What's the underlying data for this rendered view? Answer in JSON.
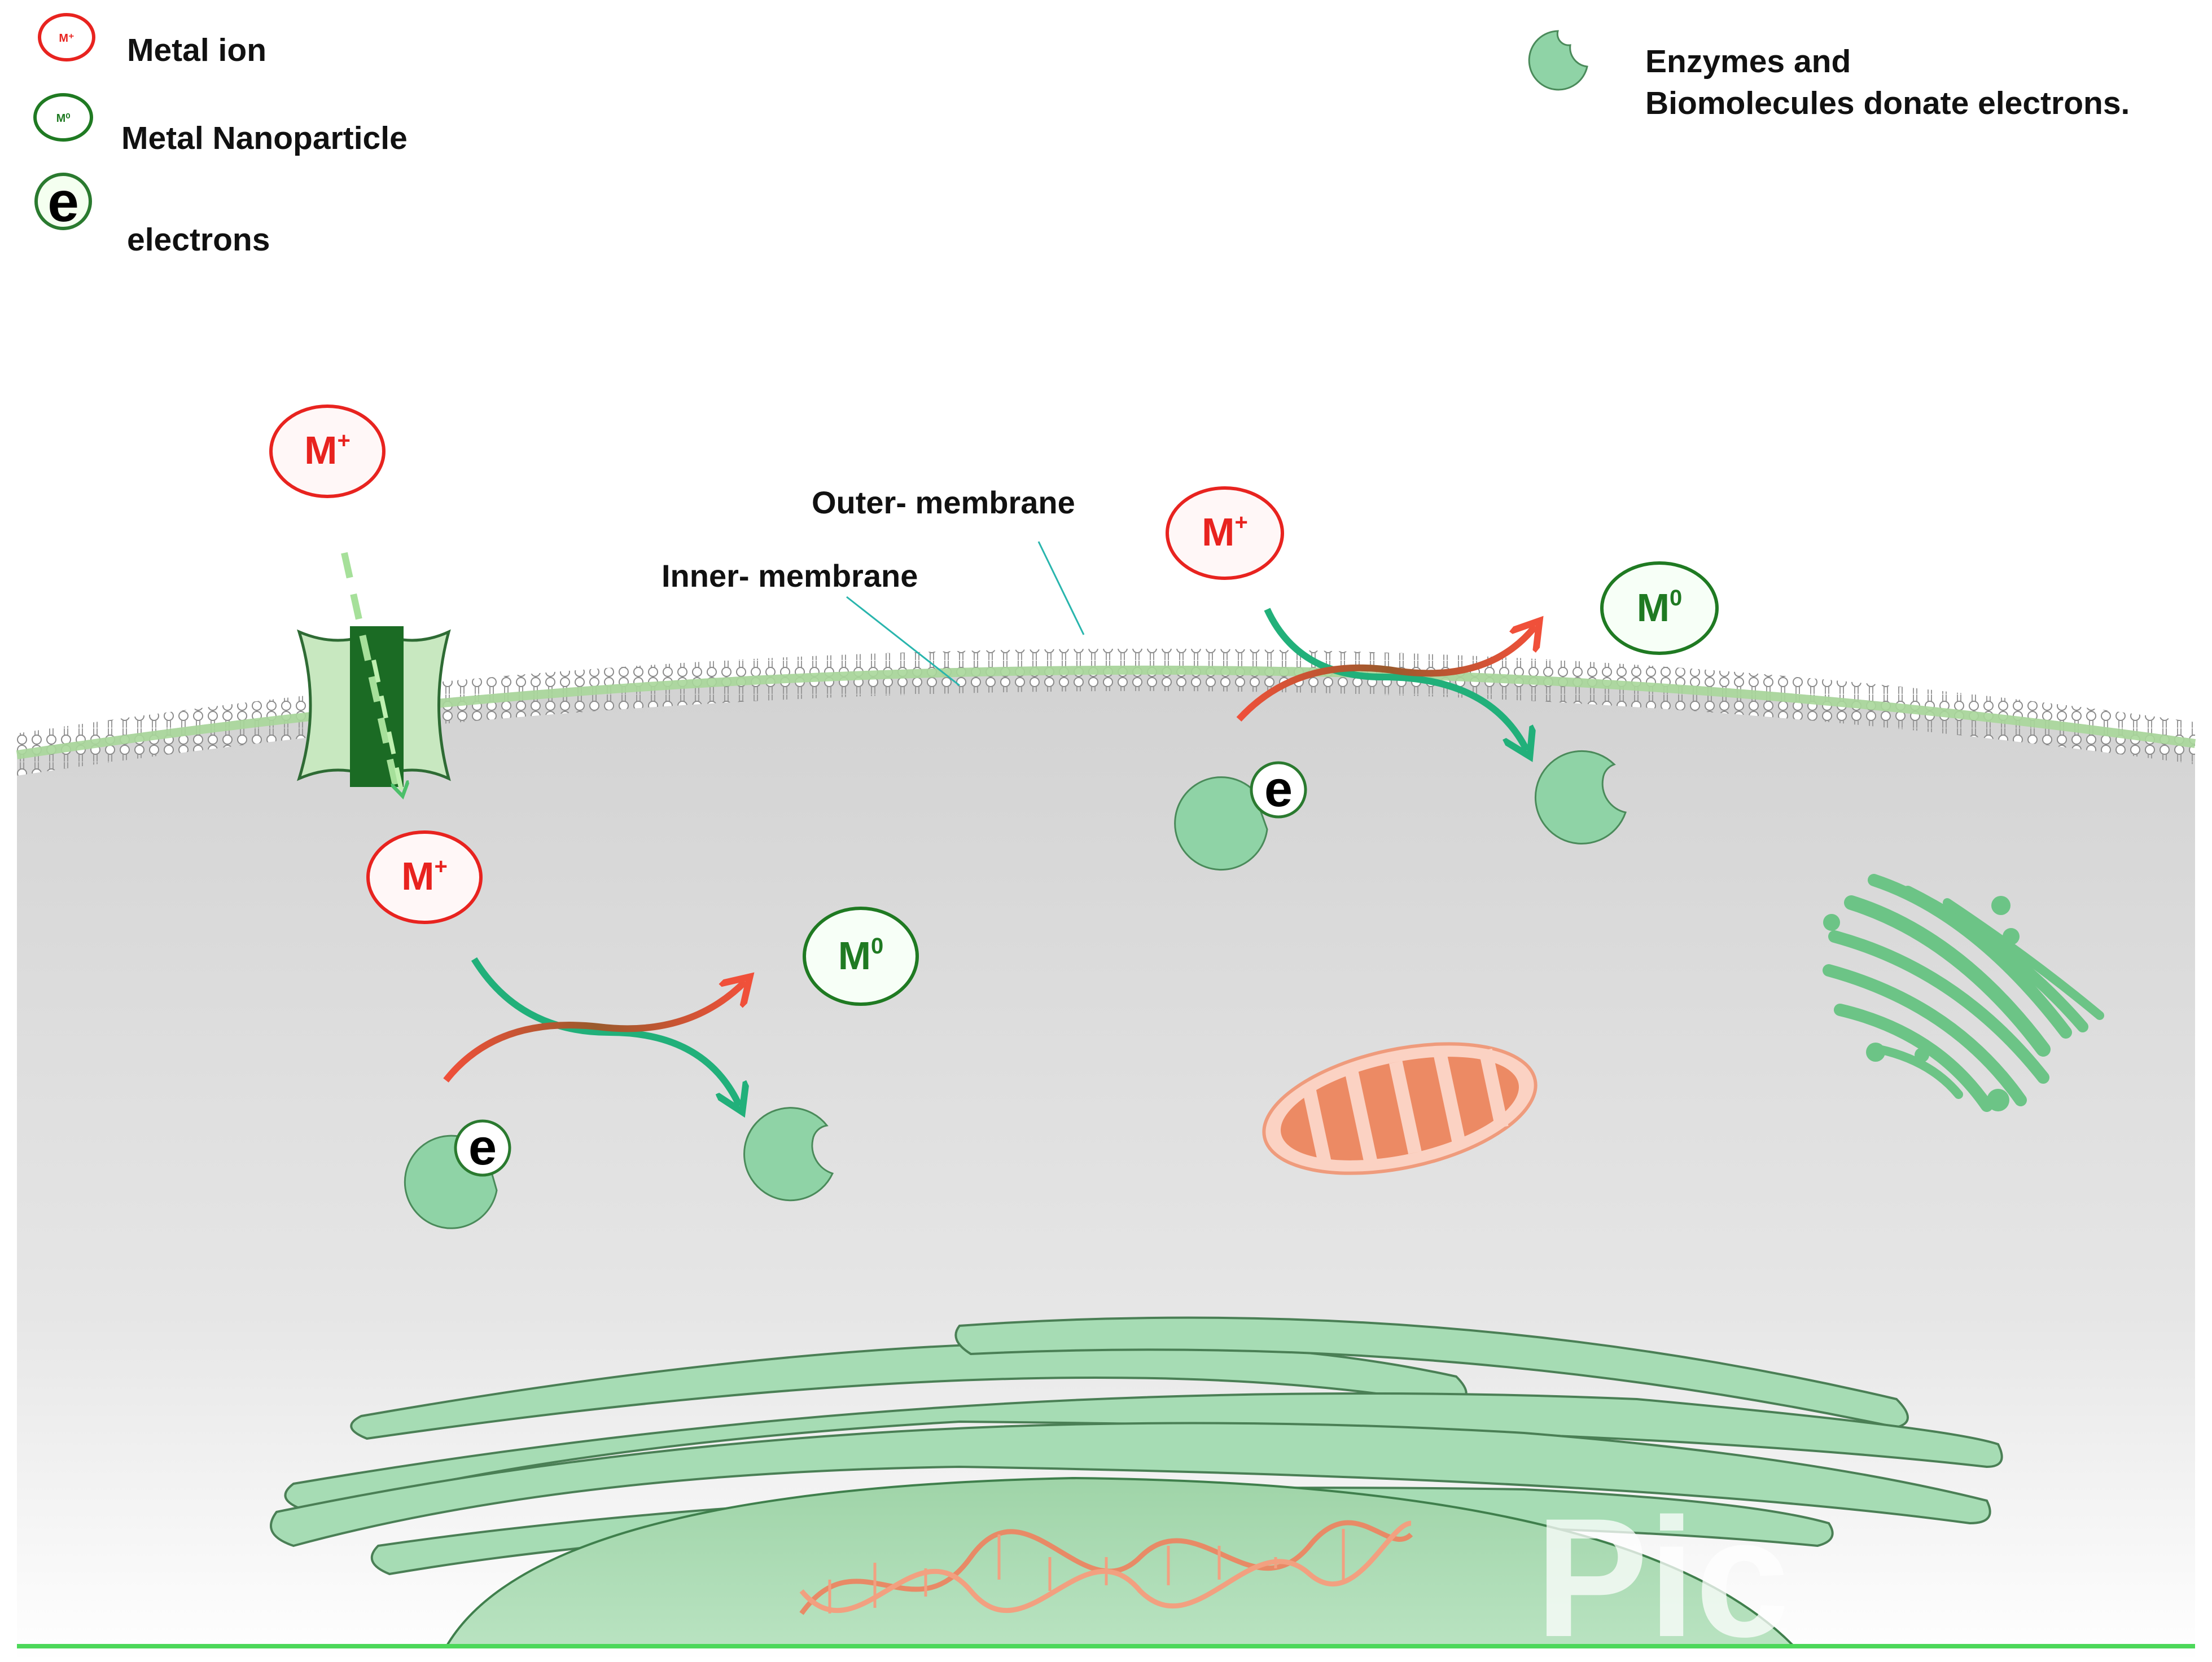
{
  "legend": {
    "metal_ion_label": "Metal ion",
    "metal_ion_symbol": "M⁺",
    "nanoparticle_label": "Metal Nanoparticle",
    "nanoparticle_symbol": "M⁰",
    "electron_label": "electrons",
    "electron_symbol": "e",
    "enzyme_label_line1": "Enzymes and",
    "enzyme_label_line2": "Biomolecules donate electrons."
  },
  "labels": {
    "outer_membrane": "Outer- membrane",
    "inner_membrane": "Inner- membrane"
  },
  "symbols": {
    "ion": "M",
    "ion_sup": "+",
    "particle": "M",
    "particle_sup": "0",
    "electron": "e"
  },
  "watermark": "Pic",
  "colors": {
    "ion_red": "#e8231f",
    "particle_green": "#1f7a22",
    "enzyme_green": "#8fd3a6",
    "membrane_green": "#a8d79a",
    "cytoplasm_gray": "#d9d9d9",
    "mito_orange": "#f0a07d",
    "arrow_green": "#21b07a",
    "arrow_red": "#f0503a"
  }
}
